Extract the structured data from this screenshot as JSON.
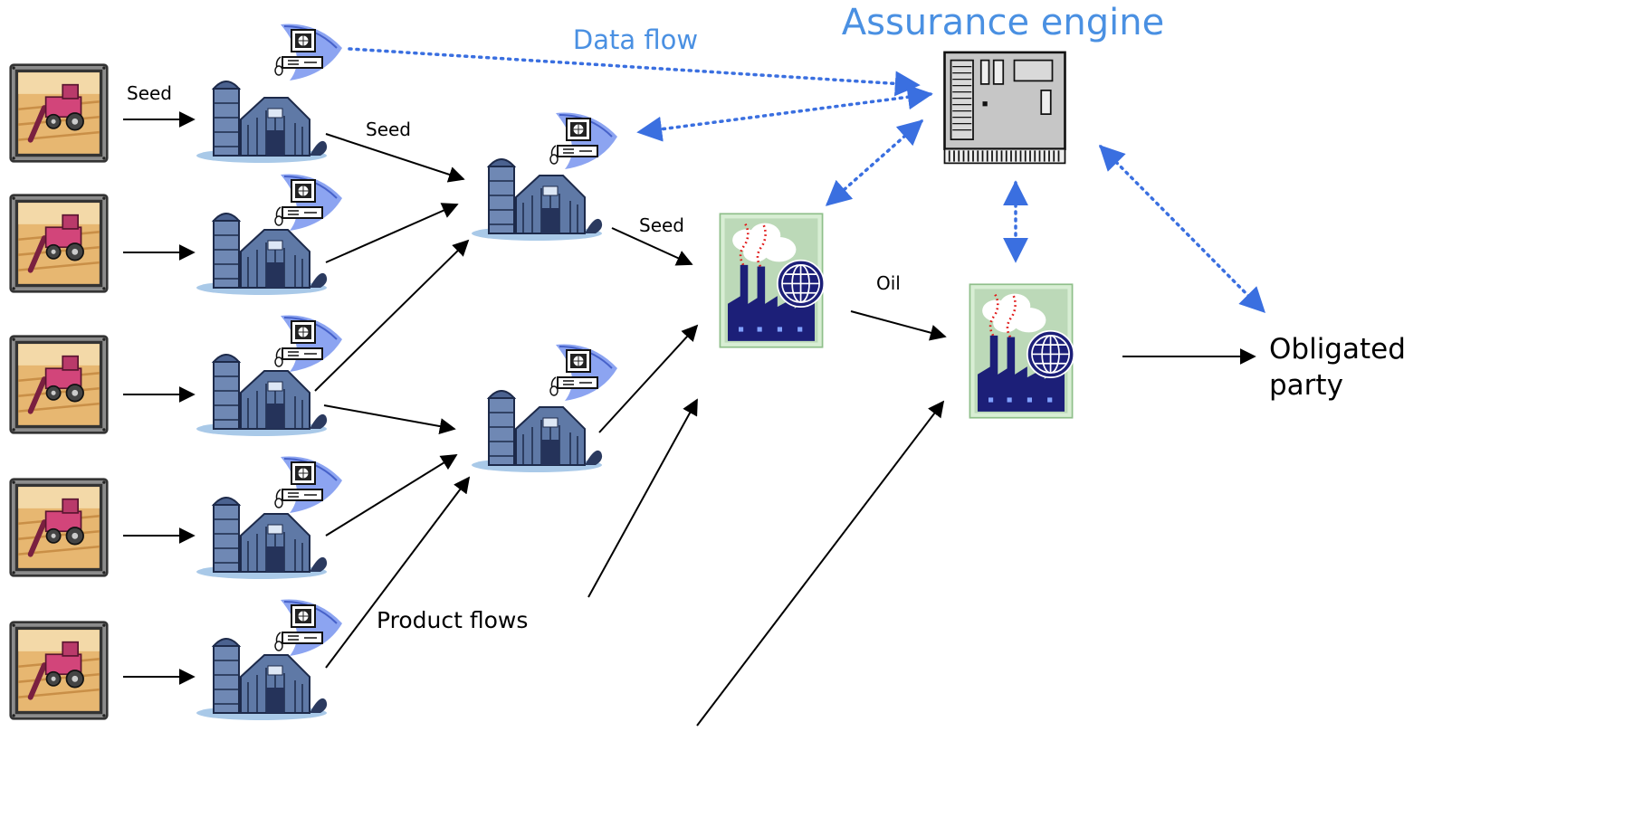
{
  "labels": {
    "assurance_engine": "Assurance engine",
    "data_flow": "Data flow",
    "seed_1": "Seed",
    "seed_2": "Seed",
    "seed_3": "Seed",
    "oil": "Oil",
    "obligated_party_line1": "Obligated",
    "obligated_party_line2": "party",
    "product_flows": "Product flows"
  },
  "colors": {
    "accent_blue": "#4a90e2",
    "dotted_arrow": "#3a6fe0",
    "arrow": "#000000",
    "factory_sky": "#bcd9b8",
    "factory_body": "#1c1f78",
    "smoke_dots": "#e01818",
    "globe": "#1c1f78",
    "barn": "#5f79a6",
    "harvester_bg": "#e7b771",
    "harvester": "#d2457a",
    "server_body": "#c6c6c6"
  },
  "icons": {
    "farm": "harvester-in-field-icon",
    "silo": "silo-barn-icon",
    "computer": "computer-terminal-icon",
    "factory": "factory-with-globe-icon",
    "server": "server-computer-icon"
  }
}
